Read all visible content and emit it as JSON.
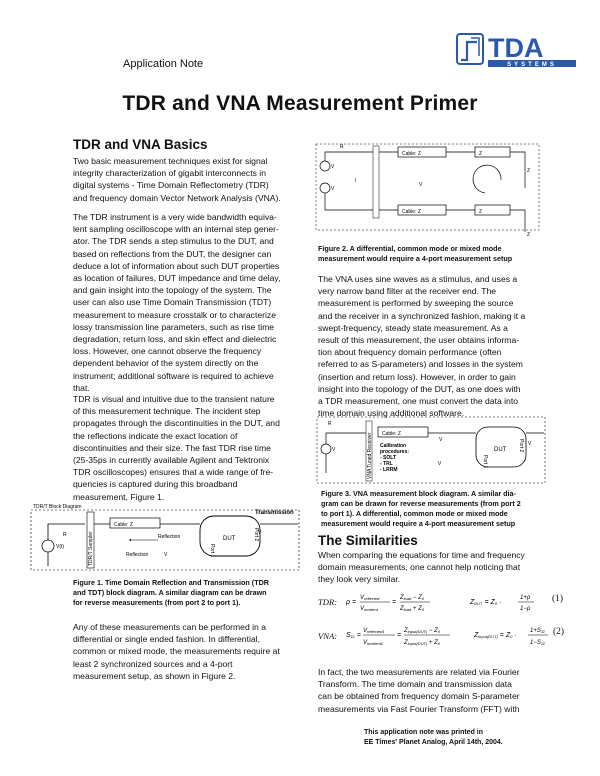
{
  "header": {
    "app_note": "Application Note",
    "logo_text": "TDA",
    "logo_sub": "SYSTEMS"
  },
  "title": "TDR and VNA Measurement Primer",
  "left": {
    "heading": "TDR and VNA Basics",
    "p1": "Two basic measurement techniques exist for signal\nintegrity characterization of gigabit interconnects in\ndigital systems - Time Domain Reflectometry (TDR)\nand frequency domain Vector Network Analysis (VNA).",
    "p2": "The TDR instrument is a very wide bandwidth equiva-\nlent sampling oscilloscope with an internal step gener-\nator. The TDR sends a step stimulus to the DUT, and\nbased on reflections from the DUT, the designer can\ndeduce a lot of information about such DUT properties\nas location of failures, DUT impedance and time delay,\nand gain insight into the topology of the system. The\nuser can also use Time Domain Transmission (TDT)\nmeasurement to measure crosstalk or to characterize\nlossy transmission line parameters, such as rise time\ndegradation, return loss, and skin effect and dielectric\nloss. However, one cannot observe the frequency\ndependent behavior of the system directly on the\ninstrument; additional software is required to achieve\nthat.",
    "p3": "TDR is visual and intuitive due to the transient nature\nof this measurement technique. The incident step\npropagates through the discontinuities in the DUT, and\nthe reflections indicate the exact location of\ndiscontinuities and their size. The fast TDR rise time\n(25-35ps in currently available Agilent and Tektronix\nTDR oscilloscopes) ensures that a wide range of fre-\nquencies is captured during this broadband\nmeasurement, Figure 1.",
    "fig1": {
      "block_label": "TDR/T Block Diagram",
      "transmission": "Transmission",
      "reflection_top": "Reflection",
      "reflection_bottom": "Reflection",
      "cable": "Cable: Z",
      "dut": "DUT",
      "port1": "Port 1",
      "port2": "Port 2",
      "vt": "V(t)",
      "rsource": "R",
      "tdr_sampler": "TDR/T Sampler",
      "vdut_top": "V",
      "vdut_bottom": "V"
    },
    "fig1_caption": "Figure 1. Time Domain Reflection and Transmission (TDR\nand TDT) block diagram.  A similar diagram can be drawn\nfor reverse measurements (from port 2 to port 1).",
    "p4": "Any of these measurements can be performed in a\ndifferential or single ended fashion. In differential,\ncommon or mixed mode, the measurements require at\nleast 2 synchronized sources and a 4-port\nmeasurement setup, as shown in Figure 2."
  },
  "right": {
    "fig2": {
      "rsource": "R",
      "cable_top": "Cable: Z",
      "cable_bottom": "Cable: Z",
      "zdut_top": "Z",
      "zdut_bottom": "Z",
      "v1": "V",
      "v2": "V",
      "ztermination_top": "Z",
      "ztermination_bottom": "Z",
      "iodd": "I",
      "veven": "V"
    },
    "fig2_caption": "Figure 2.  A differential, common mode or mixed mode\nmeasurement would require a 4-port measurement setup",
    "p1": "The VNA uses sine waves as a stimulus, and uses a\nvery narrow band filter at the receiver end. The\nmeasurement is performed by sweeping the source\nand the receiver in a synchronized fashion, making it a\nswept-frequency, steady state measurement. As a\nresult of this measurement, the user obtains informa-\ntion about frequency domain performance (often\nreferred to as S-parameters) and losses in the system\n(insertion and return loss). However, in order to gain\ninsight into the topology of the DUT, as one does with\na TDR measurement, one must convert the data into\ntime domain using additional software.",
    "fig3": {
      "rsource": "R",
      "cable": "Cable: Z",
      "v": "V",
      "calib": "Calibration\nprocedures:\n- SOLT\n- TRL\n- LRRM",
      "vincident": "V",
      "vreflected": "V",
      "dut": "DUT",
      "port1": "Port 1",
      "port2": "Port 2",
      "vtransmitted": "V",
      "vna_tuned": "VNA Tuned Receiver"
    },
    "fig3_caption": "Figure 3.  VNA measurement block diagram.  A similar dia-\ngram can be drawn for reverse measurements (from port 2\nto port 1). A differential, common mode or mixed mode\nmeasurement would require a 4-port measurement setup",
    "heading": "The Similarities",
    "p2": "When comparing the equations for time and frequency\ndomain measurements, one cannot help noticing that\nthey look very similar.",
    "eq1_label": "TDR:",
    "eq1_num": "(1)",
    "eq2_label": "VNA:",
    "eq2_num": "(2)",
    "p3": "In fact, the two measurements are related via Fourier\nTransform. The time domain and transmission data\ncan be obtained from frequency domain S-parameter\nmeasurements via Fast Fourier Transform (FFT) with",
    "footer_note": "This application note was printed in\nEE Times' Planet Analog, April 14th, 2004."
  }
}
